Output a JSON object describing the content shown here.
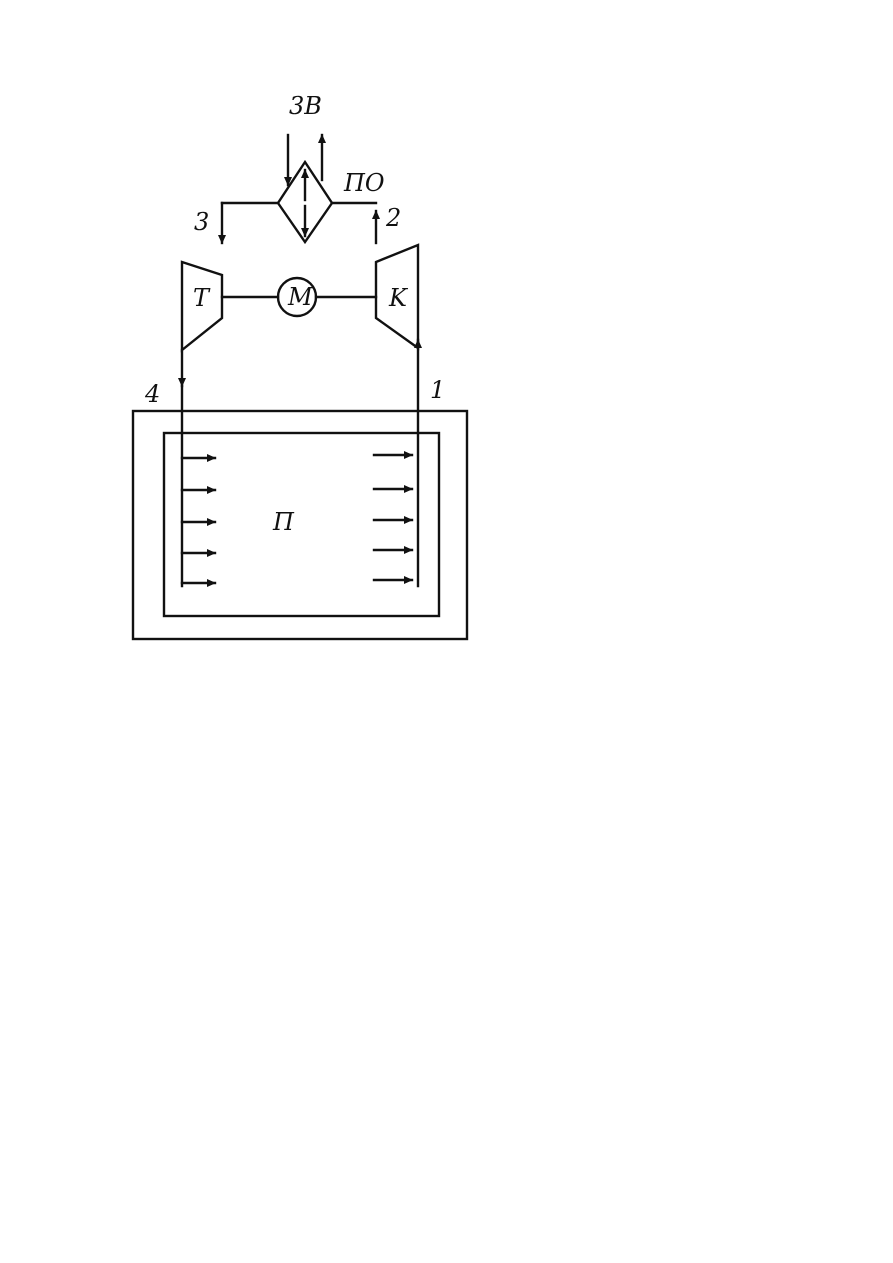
{
  "diagram": {
    "labels": {
      "external_medium": "3B",
      "heat_exchanger": "ПО",
      "turbine": "T",
      "motor": "M",
      "compressor": "K",
      "chamber": "П",
      "point_1": "1",
      "point_2": "2",
      "point_3": "3",
      "point_4": "4"
    }
  }
}
